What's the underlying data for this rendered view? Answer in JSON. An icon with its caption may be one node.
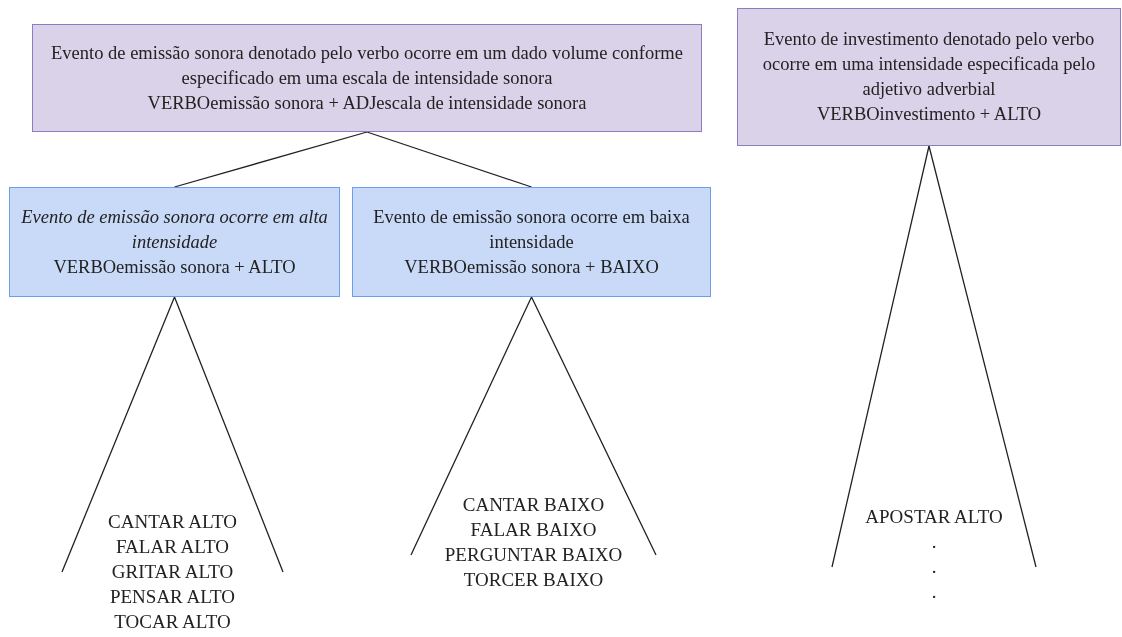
{
  "diagram": {
    "nodes": [
      {
        "text": [
          "Evento de emissão sonora denotado pelo verbo ocorre em um dado volume conforme especificado em uma escala de intensidade sonora",
          "VERBOemissão sonora + ADJescala de intensidade sonora"
        ]
      },
      {
        "text": [
          "*Evento de emissão sonora ocorre em alta intensidade*",
          "VERBOemissão sonora + ALTO"
        ]
      },
      {
        "text": [
          "Evento de emissão sonora ocorre em baixa intensidade",
          "VERBOemissão sonora + BAIXO"
        ]
      },
      {
        "text": [
          "Evento de investimento denotado pelo verbo ocorre em uma intensidade especificada pelo adjetivo adverbial",
          "VERBOinvestimento + ALTO"
        ]
      },
      {
        "text": [
          "CANTAR ALTO",
          "FALAR ALTO",
          "GRITAR ALTO",
          "PENSAR ALTO",
          "TOCAR ALTO"
        ]
      },
      {
        "text": [
          "CANTAR BAIXO",
          "FALAR BAIXO",
          "PERGUNTAR BAIXO",
          "TORCER BAIXO"
        ]
      },
      {
        "text": [
          "APOSTAR ALTO",
          ".",
          ".",
          "."
        ]
      }
    ],
    "edges": [
      {
        "from": 0,
        "to": 1,
        "arrow": "none"
      },
      {
        "from": 0,
        "to": 2,
        "arrow": "none"
      },
      {
        "from": 1,
        "to": 4,
        "arrow": "none"
      },
      {
        "from": 2,
        "to": 5,
        "arrow": "none"
      },
      {
        "from": 3,
        "to": 6,
        "arrow": "none"
      }
    ]
  }
}
